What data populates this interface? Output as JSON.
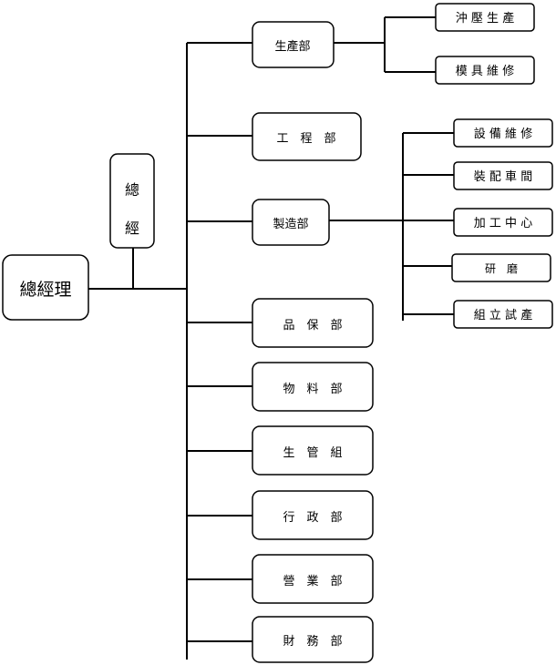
{
  "org_chart": {
    "root": "總經理",
    "assistant": [
      "總",
      "經"
    ],
    "departments": [
      "生產部",
      "工　程　部",
      "製造部",
      "品　保　部",
      "物　料　部",
      "生　管　組",
      "行　政　部",
      "營　業　部",
      "財　務　部"
    ],
    "production_units": [
      "沖 壓 生 產",
      "模 具 維 修"
    ],
    "manufacturing_units": [
      "設 備 維 修",
      "裝 配 車 間",
      "加 工 中 心",
      "研　磨",
      "組 立 試 產"
    ]
  }
}
